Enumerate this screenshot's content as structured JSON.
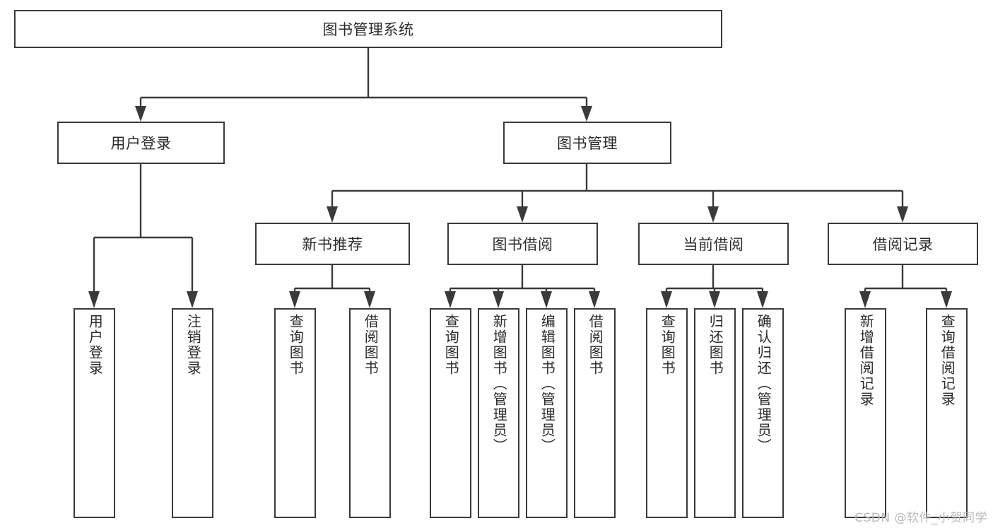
{
  "diagram": {
    "type": "tree-hierarchy",
    "title": "图书管理系统",
    "watermark": "CSDN @软件_小贺同学",
    "accent_color": "#3a3a3a",
    "text_color": "#2b2b2b",
    "background": "#ffffff",
    "root": {
      "label": "图书管理系统"
    },
    "level1": [
      {
        "label": "用户登录"
      },
      {
        "label": "图书管理"
      }
    ],
    "level2": [
      {
        "label": "新书推荐"
      },
      {
        "label": "图书借阅"
      },
      {
        "label": "当前借阅"
      },
      {
        "label": "借阅记录"
      }
    ],
    "leaves": {
      "user_login": [
        {
          "label": "用户登录"
        },
        {
          "label": "注销登录"
        }
      ],
      "new_book_recommend": [
        {
          "label": "查询图书"
        },
        {
          "label": "借阅图书"
        }
      ],
      "book_borrow": [
        {
          "label": "查询图书"
        },
        {
          "label": "新增图书（管理员）"
        },
        {
          "label": "编辑图书（管理员）"
        },
        {
          "label": "借阅图书"
        }
      ],
      "current_borrow": [
        {
          "label": "查询图书"
        },
        {
          "label": "归还图书"
        },
        {
          "label": "确认归还（管理员）"
        }
      ],
      "borrow_record": [
        {
          "label": "新增借阅记录"
        },
        {
          "label": "查询借阅记录"
        }
      ]
    }
  }
}
